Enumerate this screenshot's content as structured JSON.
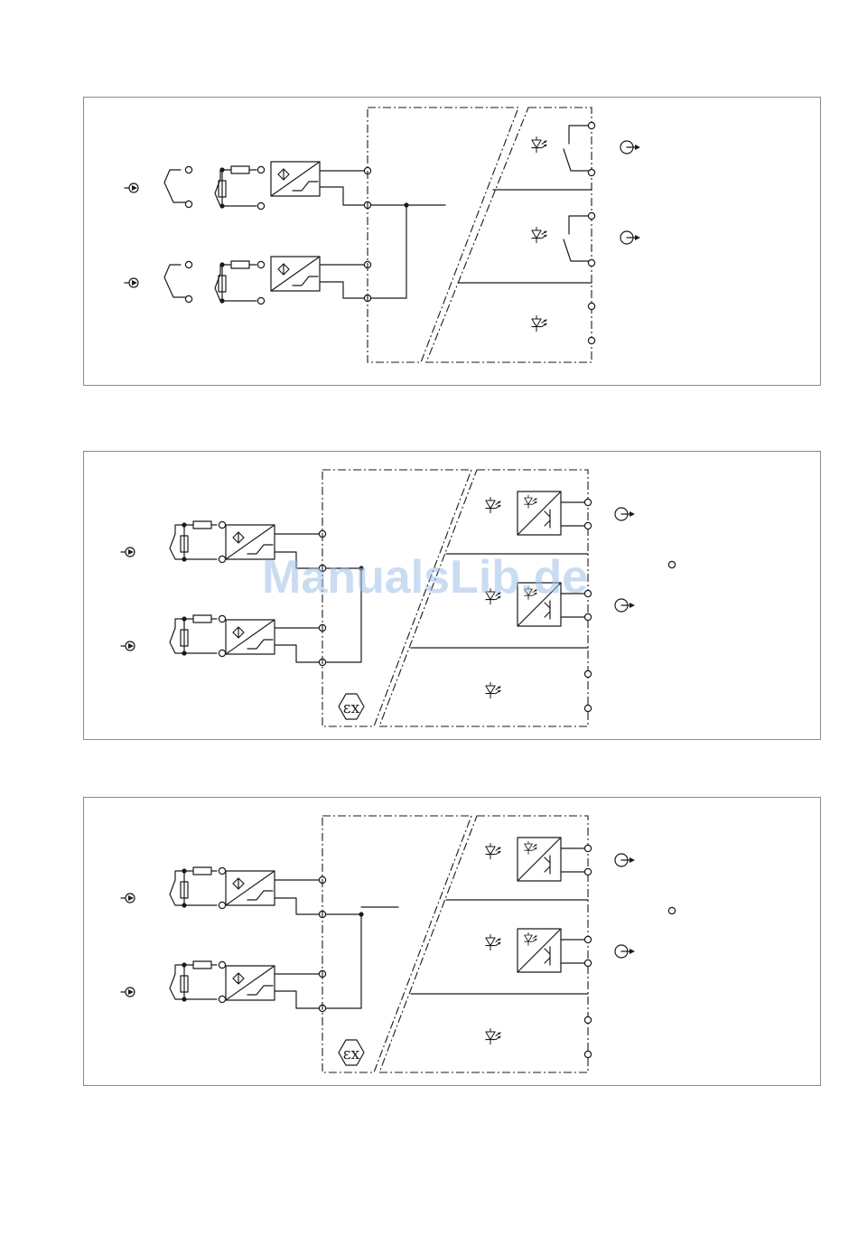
{
  "watermark": {
    "text": "ManualsLib.de"
  },
  "ex_mark": {
    "text": "εx"
  },
  "panels": [
    {
      "name": "relay-output-module",
      "output_type": "relay",
      "ex_marking": false,
      "input_terminal_pairs": 2
    },
    {
      "name": "optocoupler-output-module-ex",
      "output_type": "optocoupler",
      "ex_marking": true,
      "input_terminal_pairs": 2
    },
    {
      "name": "optocoupler-output-module-ex-2",
      "output_type": "optocoupler",
      "ex_marking": true,
      "input_terminal_pairs": 2
    }
  ],
  "colors": {
    "line": "#1a1a1a",
    "frame": "#8a8a8a",
    "watermark": "#9cbfe8"
  }
}
